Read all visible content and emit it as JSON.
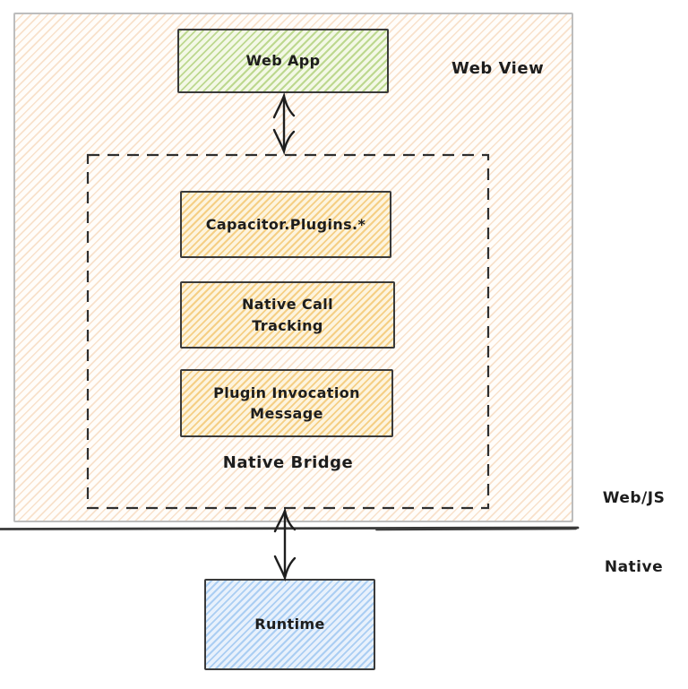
{
  "diagram": {
    "labels": {
      "web_view": "Web View",
      "native_bridge": "Native Bridge",
      "web_js": "Web/JS",
      "native": "Native"
    },
    "nodes": {
      "web_app": {
        "label": "Web App",
        "fill": "#f3f8e6",
        "hatch": "#bdd88f"
      },
      "capacitor_plugins": {
        "label": "Capacitor.Plugins.*",
        "fill": "#fdf4de",
        "hatch": "#f5cf85"
      },
      "native_call_tracking": {
        "line1": "Native Call",
        "line2": "Tracking",
        "fill": "#fdf4de",
        "hatch": "#f5cf85"
      },
      "plugin_invocation_message": {
        "line1": "Plugin Invocation",
        "line2": "Message",
        "fill": "#fdf4de",
        "hatch": "#f5cf85"
      },
      "runtime": {
        "label": "Runtime",
        "fill": "#e8f1fc",
        "hatch": "#abcef3"
      }
    },
    "connectors": [
      {
        "name": "web-app-to-native-bridge",
        "type": "double-arrow"
      },
      {
        "name": "native-bridge-to-runtime",
        "type": "double-arrow"
      }
    ],
    "colors": {
      "canvas_fill": "#fffdfa",
      "canvas_hatch": "#f8e1cb",
      "stroke": "#1e1e1e",
      "outer_border": "#bdbdbd",
      "divider": "#3a3a3a"
    }
  }
}
